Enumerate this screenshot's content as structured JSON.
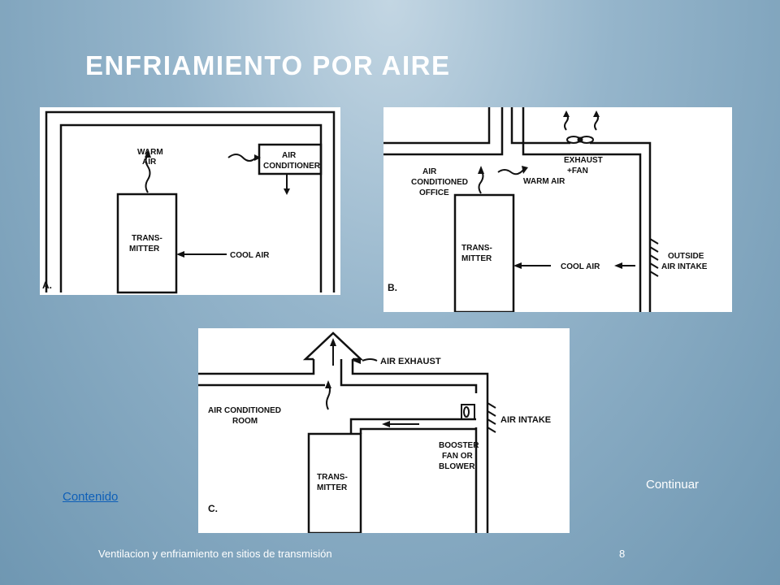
{
  "slide": {
    "title": "ENFRIAMIENTO POR AIRE",
    "footer_text": "Ventilacion y enfriamiento en sitios de transmisión",
    "page_number": "8",
    "link_contenido": "Contenido",
    "link_continuar": "Continuar"
  },
  "figure_a": {
    "panel_label": "A.",
    "warm_air_1": "WARM",
    "warm_air_2": "AIR",
    "ac_1": "AIR",
    "ac_2": "CONDITIONER",
    "tx_1": "TRANS-",
    "tx_2": "MITTER",
    "cool_air": "COOL AIR"
  },
  "figure_b": {
    "panel_label": "B.",
    "office_1": "AIR",
    "office_2": "CONDITIONED",
    "office_3": "OFFICE",
    "exhaust_1": "EXHAUST",
    "exhaust_2": "+FAN",
    "warm_air": "WARM AIR",
    "tx_1": "TRANS-",
    "tx_2": "MITTER",
    "cool_air": "COOL AIR",
    "intake_1": "OUTSIDE",
    "intake_2": "AIR INTAKE"
  },
  "figure_c": {
    "panel_label": "C.",
    "exhaust": "AIR EXHAUST",
    "room_1": "AIR CONDITIONED",
    "room_2": "ROOM",
    "intake": "AIR INTAKE",
    "booster_1": "BOOSTER",
    "booster_2": "FAN OR",
    "booster_3": "BLOWER",
    "tx_1": "TRANS-",
    "tx_2": "MITTER"
  }
}
